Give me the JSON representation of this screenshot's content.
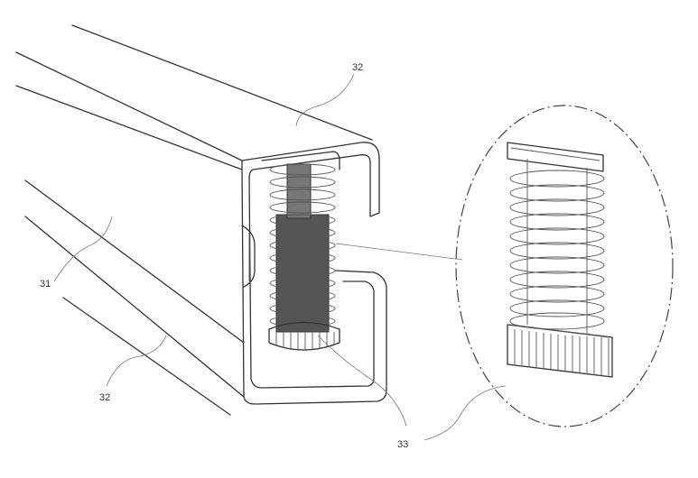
{
  "figure": {
    "labels": {
      "profile_top": "32",
      "body": "31",
      "profile_bottom": "32",
      "spring_assembly": "33"
    }
  }
}
